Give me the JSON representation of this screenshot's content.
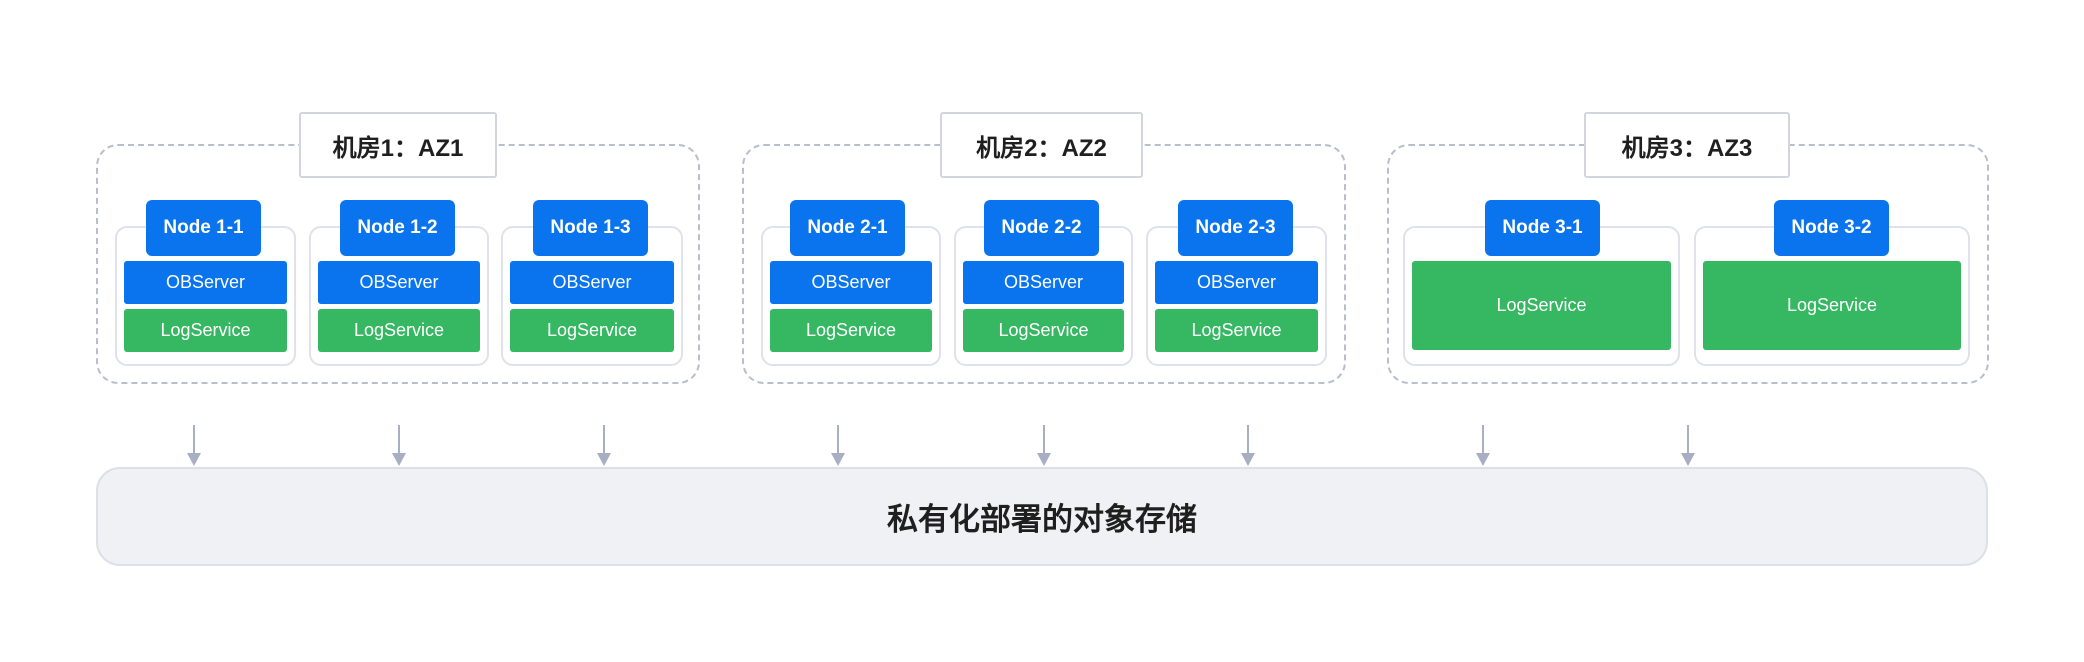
{
  "zones": [
    {
      "label": "机房1：AZ1",
      "nodes": [
        {
          "name": "Node 1-1",
          "services": [
            "OBServer",
            "LogService"
          ]
        },
        {
          "name": "Node 1-2",
          "services": [
            "OBServer",
            "LogService"
          ]
        },
        {
          "name": "Node 1-3",
          "services": [
            "OBServer",
            "LogService"
          ]
        }
      ]
    },
    {
      "label": "机房2：AZ2",
      "nodes": [
        {
          "name": "Node 2-1",
          "services": [
            "OBServer",
            "LogService"
          ]
        },
        {
          "name": "Node 2-2",
          "services": [
            "OBServer",
            "LogService"
          ]
        },
        {
          "name": "Node 2-3",
          "services": [
            "OBServer",
            "LogService"
          ]
        }
      ]
    },
    {
      "label": "机房3：AZ3",
      "nodes": [
        {
          "name": "Node 3-1",
          "services": [
            "LogService"
          ]
        },
        {
          "name": "Node 3-2",
          "services": [
            "LogService"
          ]
        }
      ]
    }
  ],
  "storage": {
    "label": "私有化部署的对象存储"
  },
  "colors": {
    "node_blue": "#0a74ef",
    "log_green": "#36b863",
    "dashed_border": "#b9bdcc",
    "arrow": "#a9afc2",
    "storage_bg": "#f0f1f4"
  }
}
